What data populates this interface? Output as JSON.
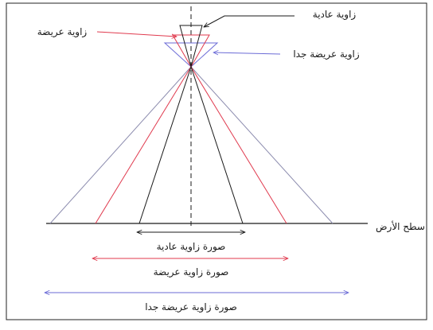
{
  "colors": {
    "normal": "#1a1a1a",
    "wide": "#e03a4e",
    "very_wide": "#6b6bd6",
    "frame": "#222222",
    "text": "#1a1a1a",
    "background": "#ffffff"
  },
  "labels": {
    "normal_angle": "زاوية عادية",
    "wide_angle": "زاوية عريضة",
    "very_wide_angle": "زاوية عريضة جدا",
    "ground_surface": "سطح الأرض",
    "normal_image": "صورة زاوية عادية",
    "wide_image": "صورة زاوية عريضة",
    "very_wide_image": "صورة زاوية عريضة جدا"
  }
}
